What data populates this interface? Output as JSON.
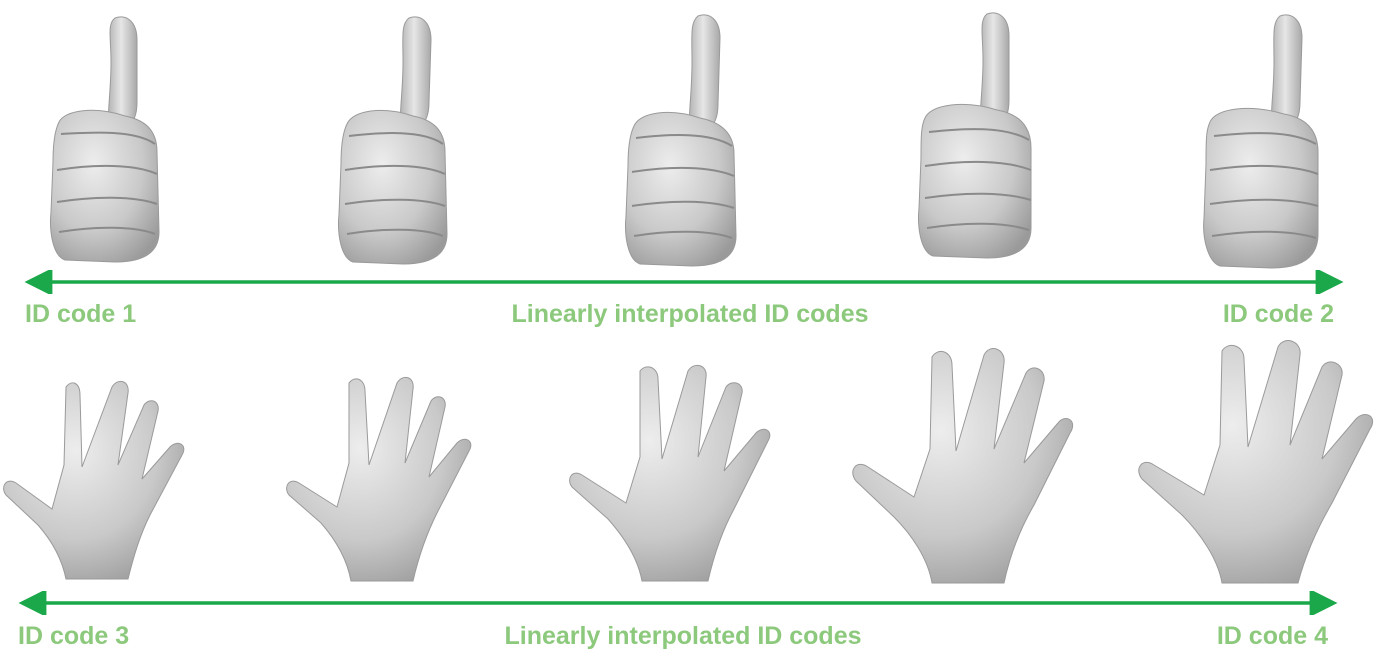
{
  "figure": {
    "top_row": {
      "pose": "thumbs-up",
      "left_label": "ID code 1",
      "center_label": "Linearly interpolated ID codes",
      "right_label": "ID code 2",
      "steps": 5
    },
    "bottom_row": {
      "pose": "open-palm",
      "left_label": "ID code 3",
      "center_label": "Linearly interpolated ID codes",
      "right_label": "ID code 4",
      "steps": 5
    },
    "colors": {
      "arrow": "#1aa84a",
      "label": "#8cc97c",
      "mesh_light": "#e4e4e4",
      "mesh_dark": "#8a8a8a"
    }
  }
}
